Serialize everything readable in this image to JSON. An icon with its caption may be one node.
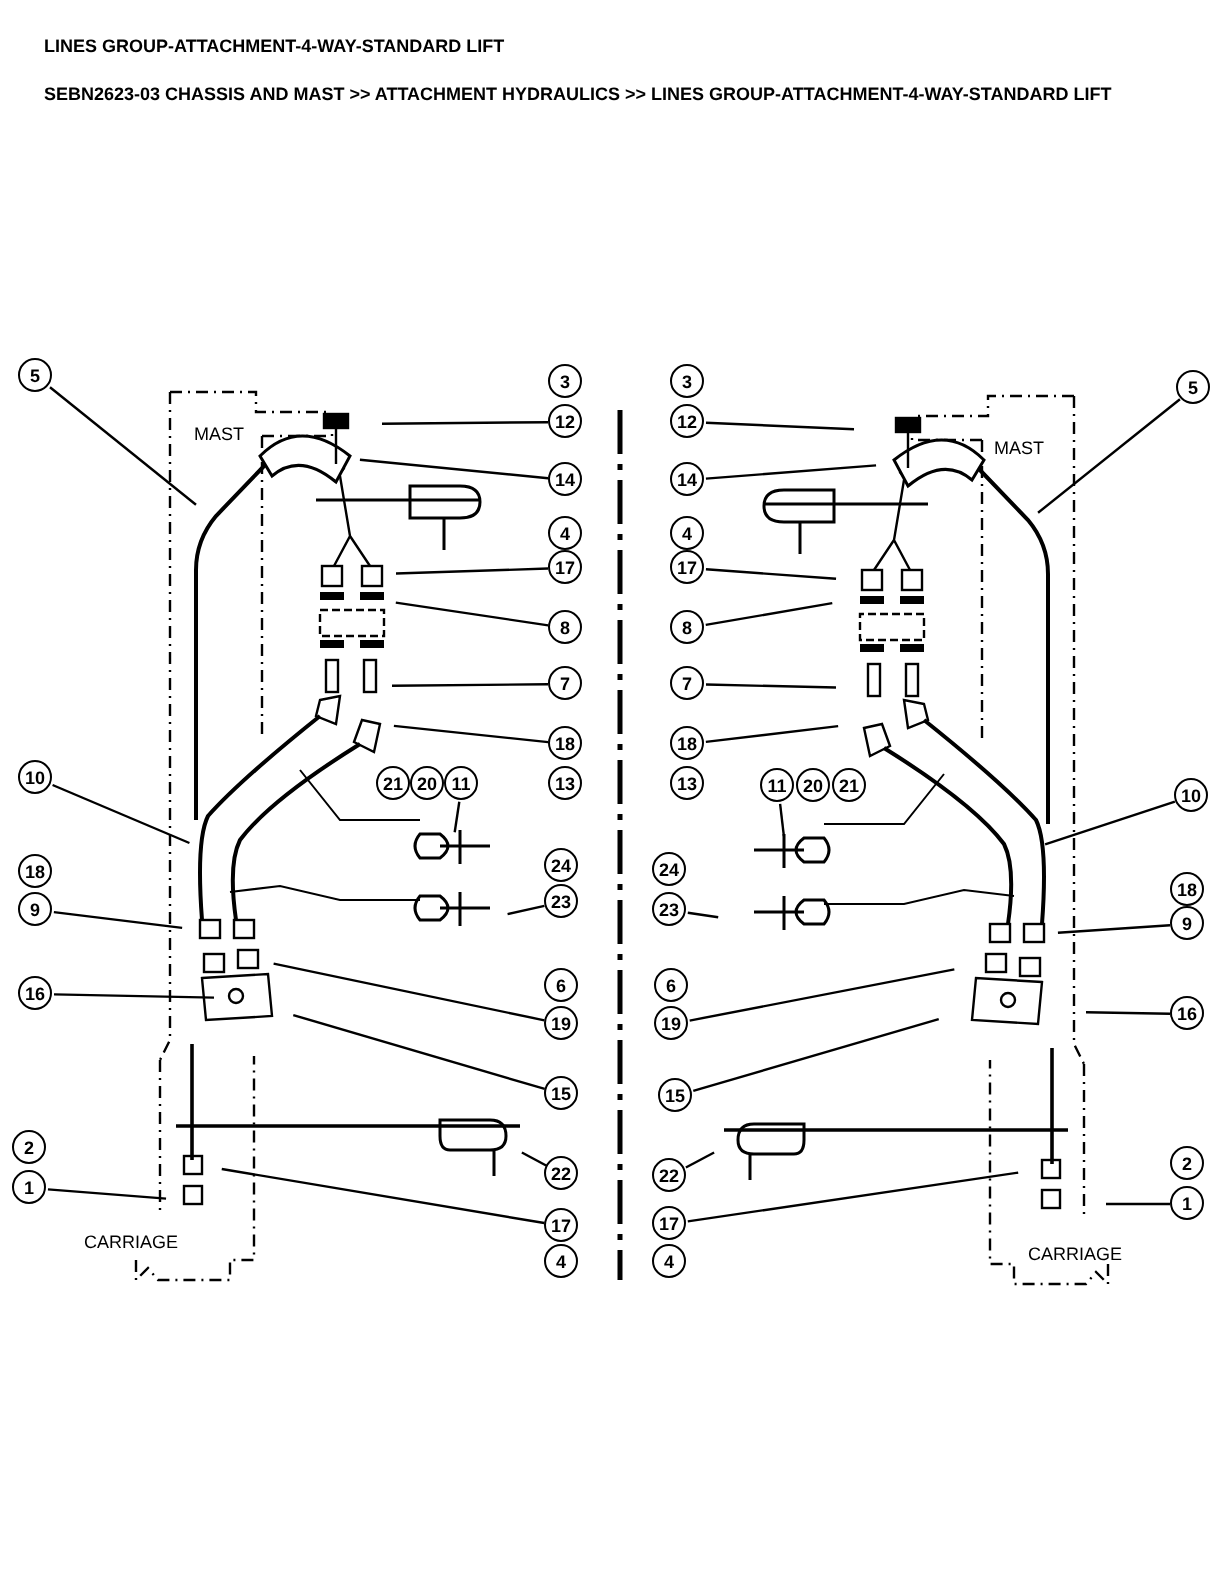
{
  "diagram": {
    "title": "LINES GROUP-ATTACHMENT-4-WAY-STANDARD LIFT",
    "nodes": [
      {
        "text": [
          "5"
        ]
      },
      {
        "text": [
          "12"
        ]
      },
      {
        "text": [
          "14"
        ]
      },
      {
        "text": [
          "17"
        ]
      },
      {
        "text": [
          "8"
        ]
      },
      {
        "text": [
          "7"
        ]
      },
      {
        "text": [
          "18"
        ]
      },
      {
        "text": [
          "10"
        ]
      },
      {
        "text": [
          "11"
        ]
      },
      {
        "text": [
          "23"
        ]
      },
      {
        "text": [
          "9"
        ]
      },
      {
        "text": [
          "19"
        ]
      },
      {
        "text": [
          "16"
        ]
      },
      {
        "text": [
          "15"
        ]
      },
      {
        "text": [
          "22"
        ]
      },
      {
        "text": [
          "1"
        ]
      },
      {
        "text": [
          "17"
        ]
      },
      {
        "text": [
          "12"
        ]
      },
      {
        "text": [
          "14"
        ]
      },
      {
        "text": [
          "17"
        ]
      },
      {
        "text": [
          "8"
        ]
      },
      {
        "text": [
          "7"
        ]
      },
      {
        "text": [
          "18"
        ]
      },
      {
        "text": [
          "11"
        ]
      },
      {
        "text": [
          "5"
        ]
      },
      {
        "text": [
          "10"
        ]
      },
      {
        "text": [
          "23"
        ]
      },
      {
        "text": [
          "9"
        ]
      },
      {
        "text": [
          "19"
        ]
      },
      {
        "text": [
          "16"
        ]
      },
      {
        "text": [
          "15"
        ]
      },
      {
        "text": [
          "22"
        ]
      },
      {
        "text": [
          "1"
        ]
      },
      {
        "text": [
          "17"
        ]
      },
      {
        "text": [
          "3"
        ]
      },
      {
        "text": [
          "4"
        ]
      },
      {
        "text": [
          "13"
        ]
      },
      {
        "text": [
          "21"
        ]
      },
      {
        "text": [
          "20"
        ]
      },
      {
        "text": [
          "24"
        ]
      },
      {
        "text": [
          "18"
        ]
      },
      {
        "text": [
          "6"
        ]
      },
      {
        "text": [
          "2"
        ]
      },
      {
        "text": [
          "4"
        ]
      },
      {
        "text": [
          "3"
        ]
      },
      {
        "text": [
          "4"
        ]
      },
      {
        "text": [
          "13"
        ]
      },
      {
        "text": [
          "20"
        ]
      },
      {
        "text": [
          "21"
        ]
      },
      {
        "text": [
          "24"
        ]
      },
      {
        "text": [
          "18"
        ]
      },
      {
        "text": [
          "6"
        ]
      },
      {
        "text": [
          "2"
        ]
      },
      {
        "text": [
          "4"
        ]
      }
    ],
    "edges": [
      {
        "from": 0,
        "to": null,
        "arrow": "none"
      },
      {
        "from": 1,
        "to": null,
        "arrow": "none"
      },
      {
        "from": 2,
        "to": null,
        "arrow": "none"
      },
      {
        "from": 3,
        "to": null,
        "arrow": "none"
      },
      {
        "from": 4,
        "to": null,
        "arrow": "none"
      },
      {
        "from": 5,
        "to": null,
        "arrow": "none"
      },
      {
        "from": 6,
        "to": null,
        "arrow": "none"
      },
      {
        "from": 7,
        "to": null,
        "arrow": "none"
      },
      {
        "from": 8,
        "to": null,
        "arrow": "none"
      },
      {
        "from": 9,
        "to": null,
        "arrow": "none"
      },
      {
        "from": 10,
        "to": null,
        "arrow": "none"
      },
      {
        "from": 11,
        "to": null,
        "arrow": "none"
      },
      {
        "from": 12,
        "to": null,
        "arrow": "none"
      },
      {
        "from": 13,
        "to": null,
        "arrow": "none"
      },
      {
        "from": 14,
        "to": null,
        "arrow": "none"
      },
      {
        "from": 15,
        "to": null,
        "arrow": "none"
      },
      {
        "from": 16,
        "to": null,
        "arrow": "none"
      },
      {
        "from": 17,
        "to": null,
        "arrow": "none"
      },
      {
        "from": 18,
        "to": null,
        "arrow": "none"
      },
      {
        "from": 19,
        "to": null,
        "arrow": "none"
      },
      {
        "from": 20,
        "to": null,
        "arrow": "none"
      },
      {
        "from": 21,
        "to": null,
        "arrow": "none"
      },
      {
        "from": 22,
        "to": null,
        "arrow": "none"
      },
      {
        "from": 23,
        "to": null,
        "arrow": "none"
      },
      {
        "from": 24,
        "to": null,
        "arrow": "none"
      },
      {
        "from": 25,
        "to": null,
        "arrow": "none"
      },
      {
        "from": 26,
        "to": null,
        "arrow": "none"
      },
      {
        "from": 27,
        "to": null,
        "arrow": "none"
      },
      {
        "from": 28,
        "to": null,
        "arrow": "none"
      },
      {
        "from": 29,
        "to": null,
        "arrow": "none"
      },
      {
        "from": 30,
        "to": null,
        "arrow": "none"
      },
      {
        "from": 31,
        "to": null,
        "arrow": "none"
      },
      {
        "from": 32,
        "to": null,
        "arrow": "none"
      },
      {
        "from": 33,
        "to": null,
        "arrow": "none"
      }
    ],
    "labels": [
      "SEBN2623-03 CHASSIS AND MAST >> ATTACHMENT HYDRAULICS >> LINES GROUP-ATTACHMENT-4-WAY-STANDARD LIFT",
      "MAST",
      "MAST",
      "CARRIAGE",
      "CARRIAGE"
    ]
  }
}
